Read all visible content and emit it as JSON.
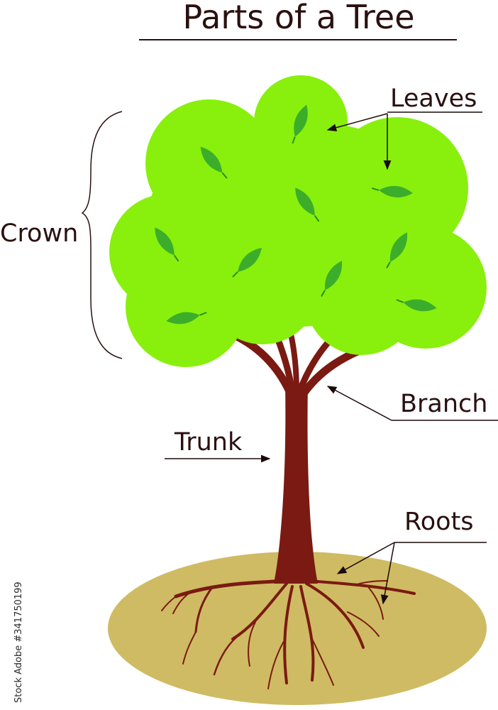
{
  "title": "Parts of a Tree",
  "labels": {
    "leaves": "Leaves",
    "crown": "Crown",
    "branch": "Branch",
    "trunk": "Trunk",
    "roots": "Roots"
  },
  "watermark": "Stock Adobe #341750199",
  "colors": {
    "foliage": "#88f00c",
    "leaf": "#3cad2b",
    "leaf_vein": "#2a8a1e",
    "wood": "#7a1a12",
    "soil": "#cfbb63",
    "ink": "#2a1010"
  }
}
